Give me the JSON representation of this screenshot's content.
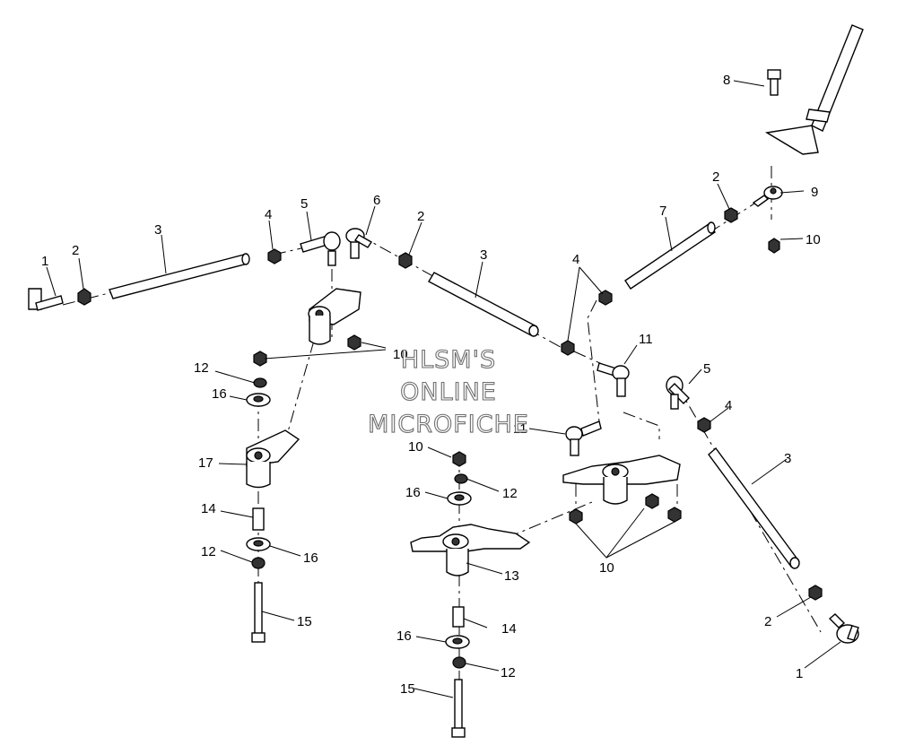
{
  "watermark": {
    "line1": "HLSM'S",
    "line2": "ONLINE",
    "line3": "MICROFICHE"
  },
  "callouts": {
    "c_1_left": "1",
    "c_1_right": "1",
    "c_2_left": "2",
    "c_2_mid": "2",
    "c_2_upper": "2",
    "c_2_lower": "2",
    "c_3_left": "3",
    "c_3_mid": "3",
    "c_3_right": "3",
    "c_4_left": "4",
    "c_4_mid": "4",
    "c_4_right": "4",
    "c_5_left": "5",
    "c_5_right": "5",
    "c_6": "6",
    "c_7": "7",
    "c_8": "8",
    "c_9": "9",
    "c_10_top": "10",
    "c_10_center": "10",
    "c_10_right": "10",
    "c_10_lower": "10",
    "c_11_upper": "11",
    "c_11_lower": "11",
    "c_12_a": "12",
    "c_12_b": "12",
    "c_12_c": "12",
    "c_12_d": "12",
    "c_13": "13",
    "c_14_a": "14",
    "c_14_b": "14",
    "c_15_a": "15",
    "c_15_b": "15",
    "c_16_a": "16",
    "c_16_b": "16",
    "c_16_c": "16",
    "c_16_d": "16",
    "c_17": "17"
  }
}
